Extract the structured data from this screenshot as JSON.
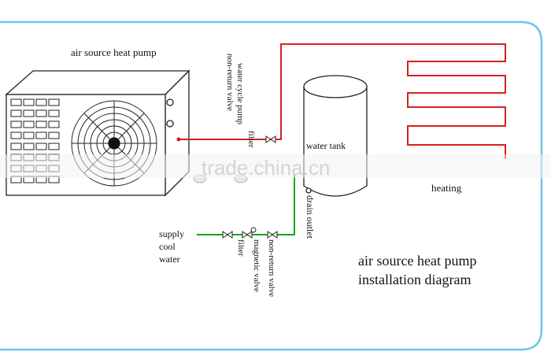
{
  "labels": {
    "pump_title": "air source heat pump",
    "water_tank": "water tank",
    "heating": "heating",
    "supply_line1": "supply",
    "supply_line2": "cool",
    "supply_line3": "water",
    "drain_outlet": "drain outlet",
    "non_return_valve_top": "non-return valve",
    "cycle_pump": "water cycle pump",
    "filter_top": "filter",
    "filter_bottom": "filter",
    "magnetic_valve": "magnetic valve",
    "non_return_valve_bottom": "non-return valve",
    "caption_line1": "air source heat pump",
    "caption_line2": "installation diagram"
  },
  "watermark": "trade.china.cn",
  "colors": {
    "hot_pipe": "#d62020",
    "cold_pipe": "#1aa31a",
    "frame": "#6fc3e6",
    "line": "#222222"
  }
}
